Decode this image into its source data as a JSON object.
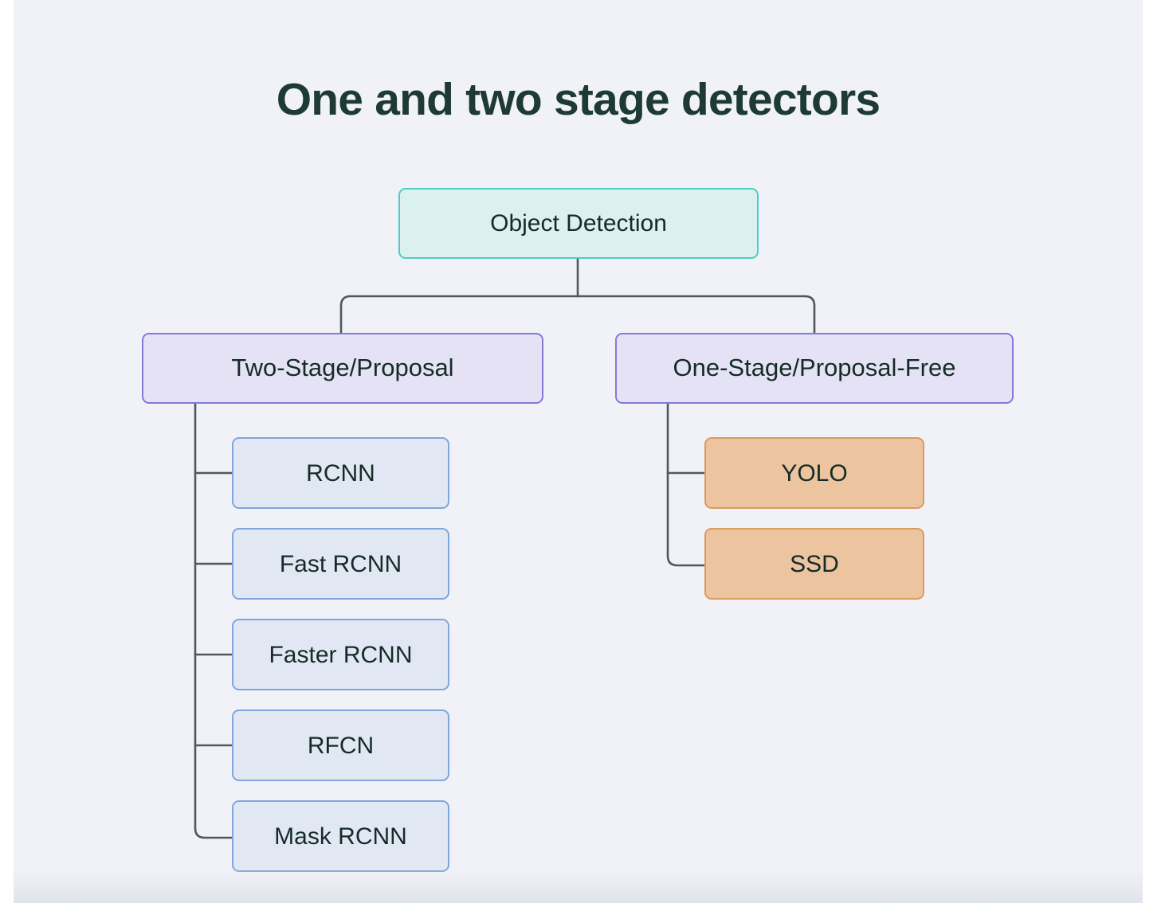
{
  "page": {
    "title": "One and two stage detectors",
    "background_color": "#f1f2f7",
    "title_color": "#1d3b33"
  },
  "diagram": {
    "type": "tree",
    "root": {
      "id": "object-detection",
      "label": "Object Detection",
      "fill": "#dcf0ef",
      "border": "#4ecdc4"
    },
    "branches": [
      {
        "id": "two-stage",
        "label": "Two-Stage/Proposal",
        "fill": "#e6e2f5",
        "border": "#8878d8",
        "children": [
          {
            "id": "rcnn",
            "label": "RCNN",
            "fill": "#e2e8f3",
            "border": "#7fa6dd"
          },
          {
            "id": "fast-rcnn",
            "label": "Fast RCNN",
            "fill": "#e2e8f3",
            "border": "#7fa6dd"
          },
          {
            "id": "faster-rcnn",
            "label": "Faster RCNN",
            "fill": "#e2e8f3",
            "border": "#7fa6dd"
          },
          {
            "id": "rfcn",
            "label": "RFCN",
            "fill": "#e2e8f3",
            "border": "#7fa6dd"
          },
          {
            "id": "mask-rcnn",
            "label": "Mask RCNN",
            "fill": "#e2e8f3",
            "border": "#7fa6dd"
          }
        ]
      },
      {
        "id": "one-stage",
        "label": "One-Stage/Proposal-Free",
        "fill": "#e6e2f5",
        "border": "#8878d8",
        "children": [
          {
            "id": "yolo",
            "label": "YOLO",
            "fill": "#edc4a0",
            "border": "#d99c5e"
          },
          {
            "id": "ssd",
            "label": "SSD",
            "fill": "#edc4a0",
            "border": "#d99c5e"
          }
        ]
      }
    ],
    "connector_color": "#53565e"
  }
}
